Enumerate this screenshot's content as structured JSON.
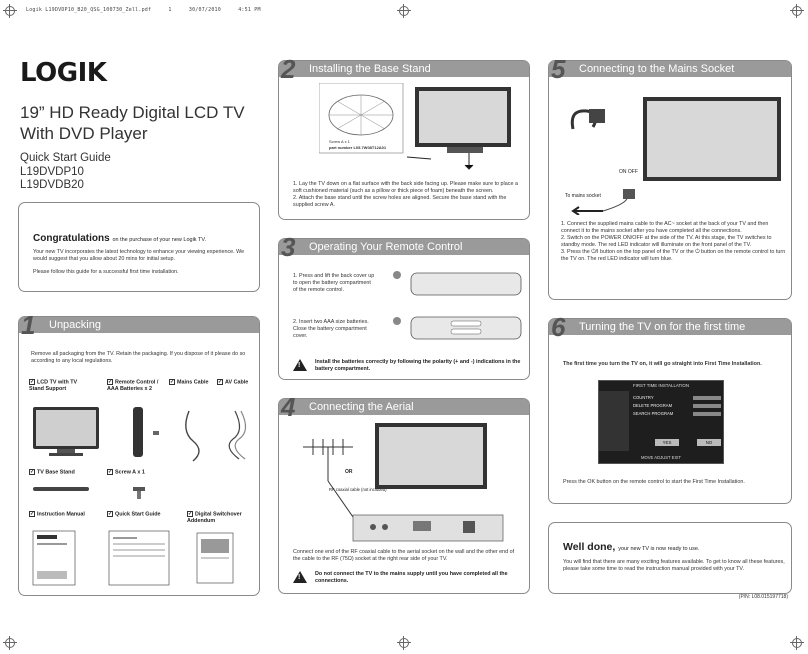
{
  "file_header": {
    "filename": "Logik L19DVDP10_B20_QSG_100730_Zell.pdf",
    "page": "1",
    "date": "30/07/2010",
    "time": "4:51 PM"
  },
  "brand": "LOGIK",
  "title_line1": "19” HD Ready Digital LCD TV",
  "title_line2": "With DVD Player",
  "guide": {
    "label": "Quick Start Guide",
    "model1": "L19DVDP10",
    "model2": "L19DVDB20"
  },
  "congrats": {
    "heading": "Congratulations",
    "heading_suffix": "on the purchase of your new Logik TV.",
    "para1": "Your new TV incorporates the latest technology to enhance your viewing experience. We would suggest that you allow about 20 mins for initial setup.",
    "para2": "Please follow this guide for a successful first time installation."
  },
  "unpacking": {
    "number": "1",
    "title": "Unpacking",
    "intro": "Remove all packaging from the TV. Retain the packaging. If you dispose of it please do so according to any local regulations.",
    "items": [
      {
        "label": "LCD TV with TV Stand Support"
      },
      {
        "label": "Remote Control / AAA Batteries x 2"
      },
      {
        "label": "Mains Cable"
      },
      {
        "label": "AV Cable"
      },
      {
        "label": "TV Base Stand"
      },
      {
        "label": "Screw A x 1"
      },
      {
        "label": "Instruction Manual"
      },
      {
        "label": "Quick Start Guide"
      },
      {
        "label": "Digital Switchover Addendum"
      }
    ]
  },
  "step2": {
    "number": "2",
    "title": "Installing the Base Stand",
    "screw_label": "Screw A x 1",
    "part_label": "part number L05.7W08T12A01",
    "steps": [
      "1. Lay the TV down on a flat surface with the back side facing up. Please make sure to place a soft cushioned material (such as a pillow or thick piece of foam) beneath the screen.",
      "2. Attach the base stand until the screw holes are aligned. Secure the base stand with the supplied screw A."
    ]
  },
  "step3": {
    "number": "3",
    "title": "Operating Your Remote Control",
    "step1": "1. Press and lift the back cover up to open the battery compartment of the remote control.",
    "step2": "2. Insert two AAA size batteries. Close the battery compartment cover.",
    "warning": "Install the batteries correctly by following the polarity (+ and -) indications in the battery compartment."
  },
  "step4": {
    "number": "4",
    "title": "Connecting the Aerial",
    "or_label": "OR",
    "cable_label": "RF coaxial cable (not included)",
    "text": "Connect one end of the RF coaxial cable to the aerial socket on the wall and the other end of the cable to the RF (75Ω) socket at the right rear side of your TV.",
    "warning": "Do not connect the TV to the mains supply until you have completed all the connections."
  },
  "step5": {
    "number": "5",
    "title": "Connecting to the Mains Socket",
    "on_off": "ON OFF",
    "to_mains": "To mains socket",
    "steps": [
      "1. Connect the supplied mains cable to the AC~ socket at the back of your TV and then connect it to the mains socket after you have completed all the connections.",
      "2. Switch on the POWER ON/OFF at the side of the TV. At this stage, the TV switches to standby mode. The red LED indicator will illuminate on the front panel of the TV.",
      "3. Press the ⏻/I button on the top panel of the TV or the ⏻ button on the remote control to turn the TV on. The red LED indicator will turn blue."
    ]
  },
  "step6": {
    "number": "6",
    "title": "Turning the TV on for the first time",
    "lead": "The first time you turn the TV on, it will go straight into First Time Installation.",
    "osd_title": "FIRST TIME INSTALLATION",
    "osd_rows": [
      "COUNTRY",
      "DELETE PROGRAM",
      "SEARCH PROGRAM"
    ],
    "osd_yes": "YES",
    "osd_no": "NO",
    "osd_footer": "MOVE     ADJUST     EXIT",
    "after": "Press the OK button on the remote control to start the First Time Installation."
  },
  "done": {
    "heading": "Well done,",
    "heading_suffix": "your new TV is now ready to use.",
    "text": "You will find that there are many exciting features available. To get to know all these features, please take some time to read the instruction manual provided with your TV."
  },
  "part_number": "(P/N: L08.015197718)"
}
